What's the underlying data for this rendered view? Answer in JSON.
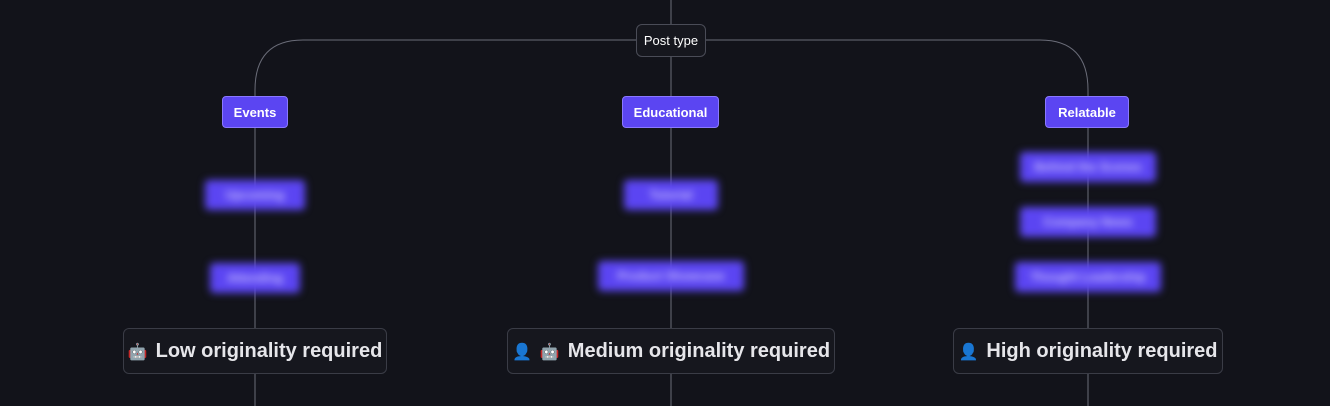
{
  "root": {
    "label": "Post type"
  },
  "categories": [
    {
      "label": "Events",
      "subitems": [
        "Upcoming",
        "Attending"
      ],
      "result": {
        "label": "Low originality required",
        "icons": [
          "robot-icon"
        ]
      }
    },
    {
      "label": "Educational",
      "subitems": [
        "Tutorial",
        "Product Showcase"
      ],
      "result": {
        "label": "Medium originality required",
        "icons": [
          "person-icon",
          "robot-icon"
        ]
      }
    },
    {
      "label": "Relatable",
      "subitems": [
        "Behind the Scenes",
        "Company News",
        "Thought Leadership"
      ],
      "result": {
        "label": "High originality required",
        "icons": [
          "person-icon"
        ]
      }
    }
  ],
  "icons": {
    "robot-icon": "🤖",
    "person-icon": "👤"
  },
  "colors": {
    "background": "#12131a",
    "category": "#5b45f2",
    "line": "#6a6c78"
  }
}
